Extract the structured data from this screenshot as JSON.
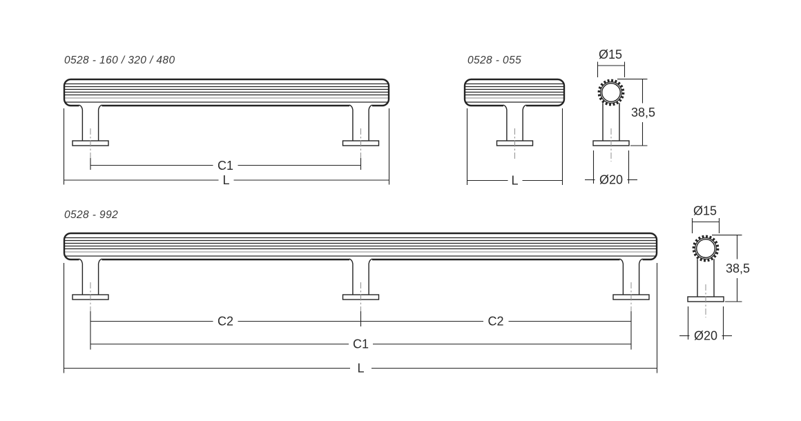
{
  "colors": {
    "line": "#222222",
    "text": "#2b2b2b",
    "label": "#3a3a3a",
    "centerline": "#8f8f8f",
    "background": "#ffffff"
  },
  "drawings": {
    "pull_handle": {
      "label": "0528 - 160 / 320 / 480",
      "dim_c1": "C1",
      "dim_l": "L"
    },
    "t_knob": {
      "label": "0528 - 055",
      "dim_l": "L"
    },
    "side_view_top": {
      "dim_diameter_grip": "Ø15",
      "dim_height": "38,5",
      "dim_diameter_base": "Ø20"
    },
    "long_pull_handle": {
      "label": "0528 - 992",
      "dim_c2_left": "C2",
      "dim_c2_right": "C2",
      "dim_c1": "C1",
      "dim_l": "L"
    },
    "side_view_bottom": {
      "dim_diameter_grip": "Ø15",
      "dim_height": "38,5",
      "dim_diameter_base": "Ø20"
    }
  }
}
